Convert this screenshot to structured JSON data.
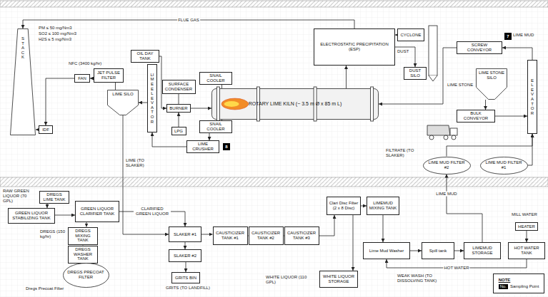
{
  "diagram": {
    "nodes": [
      {
        "text": [
          "STACK"
        ]
      },
      {
        "text": [
          "IDF"
        ]
      },
      {
        "text": [
          "FAN"
        ]
      },
      {
        "text": [
          "JET PULSE FILTER"
        ]
      },
      {
        "text": [
          "LIME SILO"
        ]
      },
      {
        "text": [
          "OIL DAY TANK"
        ]
      },
      {
        "text": [
          "LIME ELEVATOR"
        ]
      },
      {
        "text": [
          "SURFACE CONDENSER"
        ]
      },
      {
        "text": [
          "BURNER"
        ]
      },
      {
        "text": [
          "ROTARY LIME KILN (~ 3.5 m Ø x 85 m L)"
        ]
      },
      {
        "text": [
          "SNAIL COOLER"
        ]
      },
      {
        "text": [
          "SNAIL COOLER"
        ]
      },
      {
        "text": [
          "LPG"
        ]
      },
      {
        "text": [
          "LIME CRUSHER"
        ]
      },
      {
        "text": [
          "ELECTROSTATIC PRECIPITATION (ESP)"
        ]
      },
      {
        "text": [
          "CYCLONE"
        ]
      },
      {
        "text": [
          "DUST SILO"
        ]
      },
      {
        "text": [
          "SCREW CONVEYOR"
        ]
      },
      {
        "text": [
          "LIME STONE SILO"
        ]
      },
      {
        "text": [
          "BULK CONVEYOR"
        ]
      },
      {
        "text": [
          "ELEVATOR"
        ]
      },
      {
        "text": [
          "LIME MUD FILTER #2"
        ]
      },
      {
        "text": [
          "LIME MUD FILTER #1"
        ]
      },
      {
        "text": [
          "GREEN LIQUOR STABILIZING TANK"
        ]
      },
      {
        "text": [
          "DREGS LIME TANK"
        ]
      },
      {
        "text": [
          "GREEN LIQUOR CLARIFIER TANK"
        ]
      },
      {
        "text": [
          "DREGS MIXING TANK"
        ]
      },
      {
        "text": [
          "DREGS WASHER TANK"
        ]
      },
      {
        "text": [
          "DREGS PRECOAT FILTER"
        ]
      },
      {
        "text": [
          "SLAKER #1"
        ]
      },
      {
        "text": [
          "SLAKER #2"
        ]
      },
      {
        "text": [
          "GRITS BIN"
        ]
      },
      {
        "text": [
          "CAUSTICIZER TANK #1"
        ]
      },
      {
        "text": [
          "CAUSTICIZER TANK #2"
        ]
      },
      {
        "text": [
          "CAUSTICIZER TANK #3"
        ]
      },
      {
        "text": [
          "Clari Disc Filter (2 x 8 Disc)"
        ]
      },
      {
        "text": [
          "LIMEMUD MIXING TANK"
        ]
      },
      {
        "text": [
          "Lime Mud Washer"
        ]
      },
      {
        "text": [
          "Spill tank"
        ]
      },
      {
        "text": [
          "LIMEMUD STORAGE"
        ]
      },
      {
        "text": [
          "HEATER"
        ]
      },
      {
        "text": [
          "HOT WATER TANK"
        ]
      },
      {
        "text": [
          "WHITE LIQUOR STORAGE"
        ]
      },
      {
        "text": [
          "NOTE",
          "No.",
          "Sampling Point"
        ]
      },
      {
        "text": [
          "8"
        ]
      },
      {
        "text": [
          "7"
        ]
      }
    ],
    "edges": [
      {
        "from": 14,
        "to": 0,
        "arrow": "to",
        "label": "FLUE GAS"
      },
      {
        "from": 1,
        "to": 0,
        "arrow": "to"
      },
      {
        "from": 2,
        "to": 1,
        "arrow": "to"
      },
      {
        "from": 3,
        "to": 2,
        "arrow": "to"
      },
      {
        "from": 4,
        "to": 3,
        "arrow": "none"
      },
      {
        "from": 6,
        "to": 4,
        "arrow": "to"
      },
      {
        "from": 13,
        "to": 6,
        "arrow": "to"
      },
      {
        "from": 9,
        "to": 11,
        "arrow": "none"
      },
      {
        "from": 11,
        "to": 13,
        "arrow": "to"
      },
      {
        "from": 10,
        "to": 9,
        "arrow": "none"
      },
      {
        "from": 5,
        "to": 8,
        "arrow": "to"
      },
      {
        "from": 7,
        "to": 8,
        "arrow": "none"
      },
      {
        "from": 8,
        "to": 9,
        "arrow": "to"
      },
      {
        "from": 12,
        "to": 8,
        "arrow": "to"
      },
      {
        "from": 9,
        "to": 14,
        "arrow": "to"
      },
      {
        "from": 15,
        "to": 14,
        "arrow": "to"
      },
      {
        "from": 14,
        "to": 16,
        "arrow": "to"
      },
      {
        "from": 17,
        "to": 9,
        "arrow": "to"
      },
      {
        "from": 18,
        "to": 19,
        "arrow": "to"
      },
      {
        "from": 19,
        "to": 20,
        "arrow": "to"
      },
      {
        "from": 20,
        "to": 17,
        "arrow": "to"
      },
      {
        "from": 22,
        "to": 20,
        "arrow": "to"
      },
      {
        "from": 21,
        "to": 20,
        "arrow": "to"
      },
      {
        "from": 4,
        "to": 29,
        "arrow": "to"
      },
      {
        "from": 24,
        "to": 23,
        "arrow": "to"
      },
      {
        "from": 23,
        "to": 25,
        "arrow": "to"
      },
      {
        "from": 25,
        "to": 29,
        "arrow": "to",
        "label": "CLARIFIED GREEN LIQUOR"
      },
      {
        "from": 25,
        "to": 26,
        "arrow": "to"
      },
      {
        "from": 26,
        "to": 27,
        "arrow": "to"
      },
      {
        "from": 27,
        "to": 28,
        "arrow": "to"
      },
      {
        "from": 29,
        "to": 30,
        "arrow": "to"
      },
      {
        "from": 30,
        "to": 31,
        "arrow": "to"
      },
      {
        "from": 29,
        "to": 32,
        "arrow": "to"
      },
      {
        "from": 32,
        "to": 33,
        "arrow": "to"
      },
      {
        "from": 33,
        "to": 34,
        "arrow": "to"
      },
      {
        "from": 34,
        "to": 35,
        "arrow": "to"
      },
      {
        "from": 35,
        "to": 42,
        "arrow": "to"
      },
      {
        "from": 35,
        "to": 36,
        "arrow": "to"
      },
      {
        "from": 36,
        "to": 37,
        "arrow": "to"
      },
      {
        "from": 37,
        "to": 38,
        "arrow": "to"
      },
      {
        "from": 38,
        "to": 39,
        "arrow": "to"
      },
      {
        "from": 39,
        "to": 21,
        "arrow": "to",
        "label": "LIME MUD"
      },
      {
        "from": 41,
        "to": 37,
        "arrow": "to",
        "label": "HOT WATER"
      },
      {
        "from": 40,
        "to": 41,
        "arrow": "to"
      }
    ],
    "labels": [
      "PM ≤ 50 mg/Nm3",
      "SO2 ≤ 100 mg/Nm3",
      "H2S ≤ 5 mg/Nm3",
      "NFC (3400 kg/hr)",
      "DUST",
      "LIME STONE",
      "LIME MUD",
      "LIME (TO SLAKER)",
      "FILTRATE (TO SLAKER)",
      "RAW GREEN LIQUOR (70 GPL)",
      "DREGS (150 kg/hr)",
      "Dregs Precoat Filter",
      "GRITS (TO LANDFILL)",
      "MILL WATER",
      "WHITE LIQUOR (110 GPL)",
      "WEAK WASH (TO DISSOLVING TANK)"
    ]
  }
}
